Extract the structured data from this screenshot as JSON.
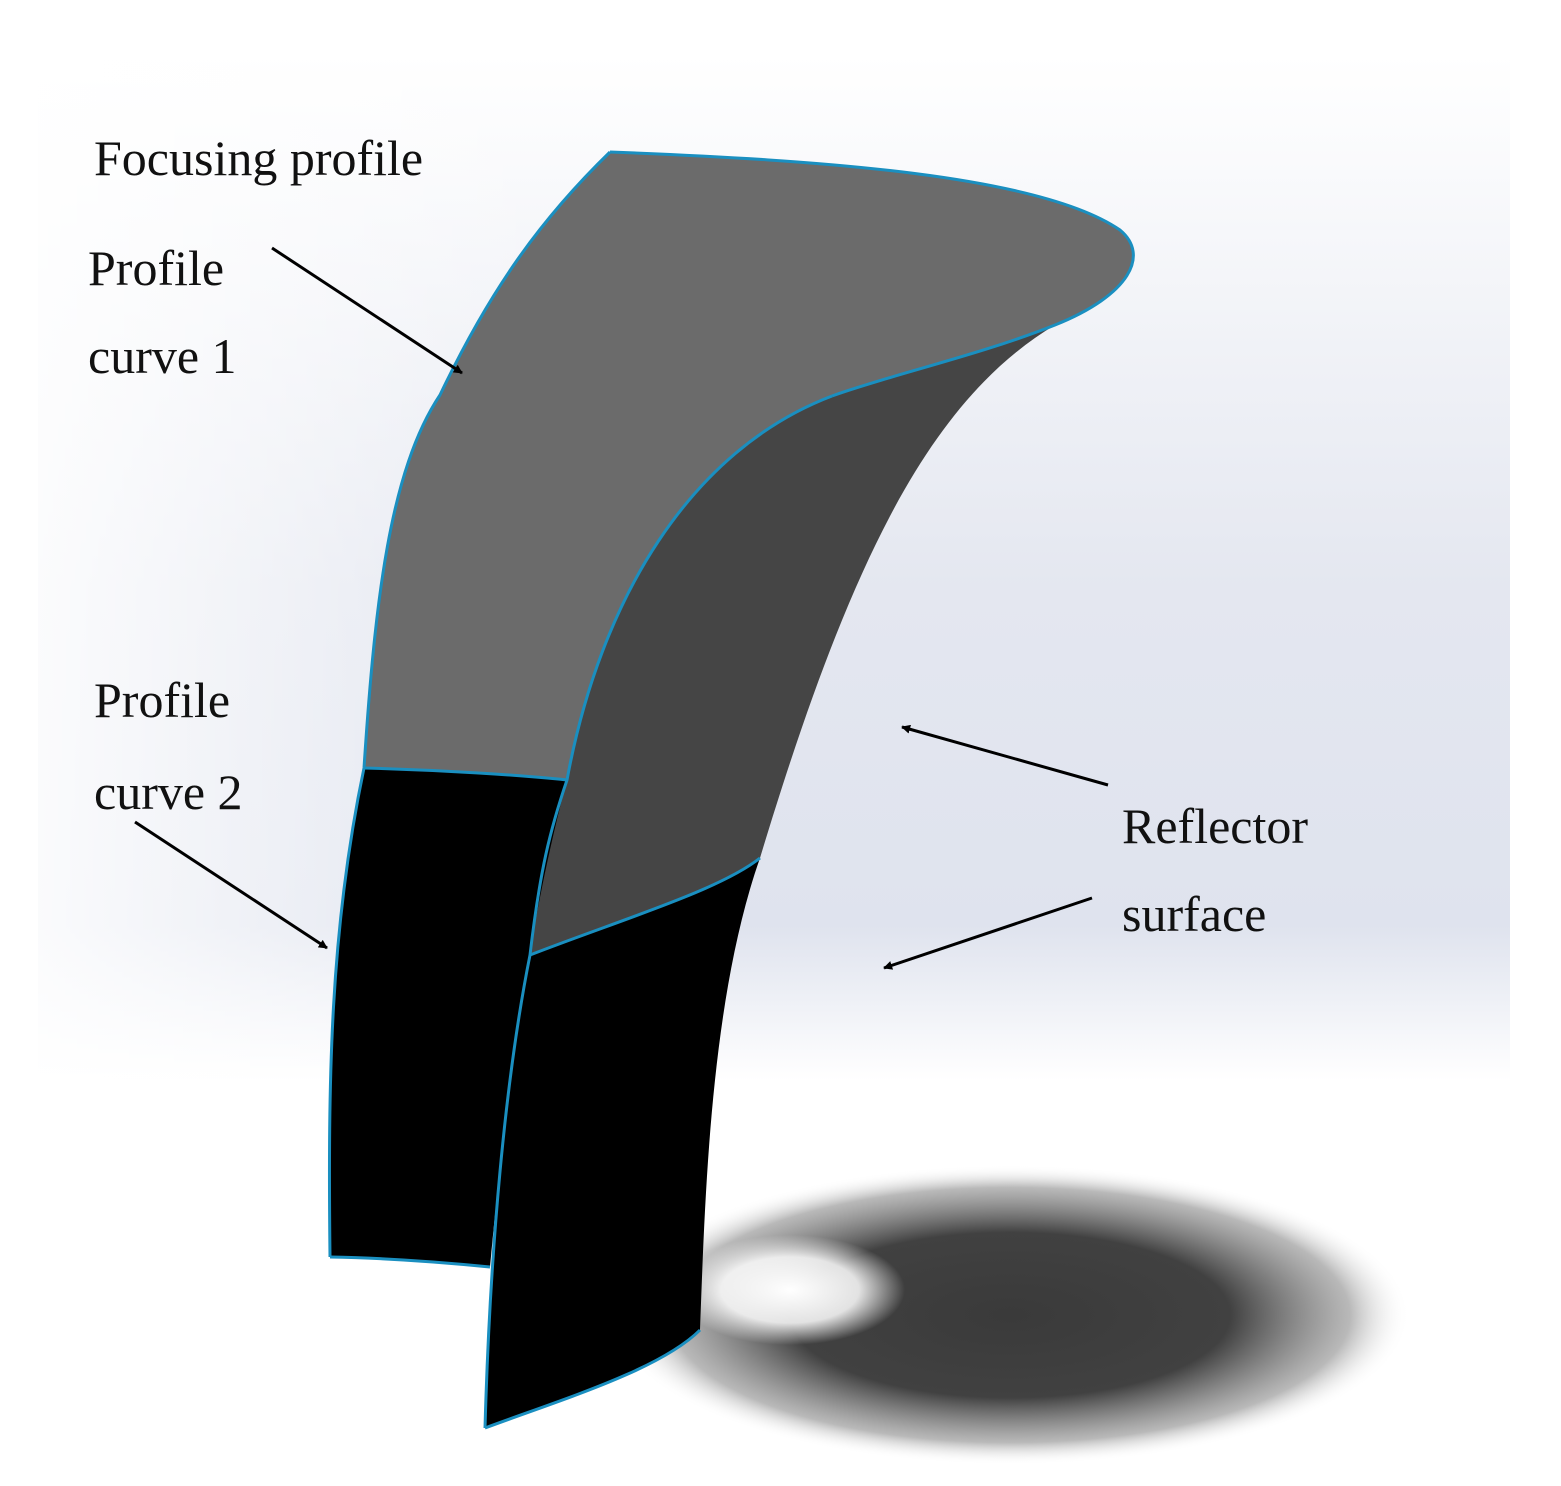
{
  "labels": {
    "focusing_profile": "Focusing profile",
    "profile_curve_1": [
      "Profile",
      "curve 1"
    ],
    "profile_curve_2": [
      "Profile",
      "curve 2"
    ],
    "reflector_surface": [
      "Reflector",
      "surface"
    ]
  },
  "colors": {
    "edge": "#1a8fc0",
    "upper_front": "#6b6b6b",
    "upper_inner": "#454545",
    "lower_face": "#000000",
    "shadow": "#3a3a3a",
    "backdrop": "#dde1ec"
  }
}
